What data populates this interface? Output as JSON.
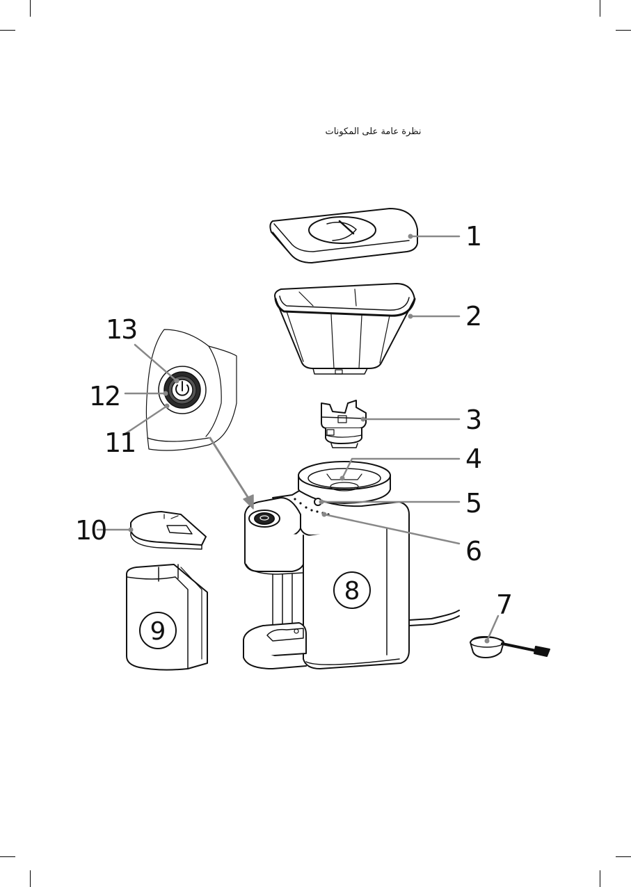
{
  "title": "نظرة عامة على المكونات",
  "parts": [
    {
      "number": "1",
      "name": "lid-icon"
    },
    {
      "number": "2",
      "name": "bean-hopper-icon"
    },
    {
      "number": "3",
      "name": "upper-burr-icon"
    },
    {
      "number": "4",
      "name": "lower-burr-icon"
    },
    {
      "number": "5",
      "name": "grind-setting-indicator-icon"
    },
    {
      "number": "6",
      "name": "grind-setting-scale-icon"
    },
    {
      "number": "7",
      "name": "measuring-spoon-brush-icon"
    },
    {
      "number": "8",
      "name": "motor-housing-icon"
    },
    {
      "number": "9",
      "name": "ground-coffee-container-icon"
    },
    {
      "number": "10",
      "name": "container-lid-icon"
    },
    {
      "number": "11",
      "name": "display-ring-icon"
    },
    {
      "number": "12",
      "name": "control-dial-icon"
    },
    {
      "number": "13",
      "name": "power-button-icon"
    }
  ]
}
